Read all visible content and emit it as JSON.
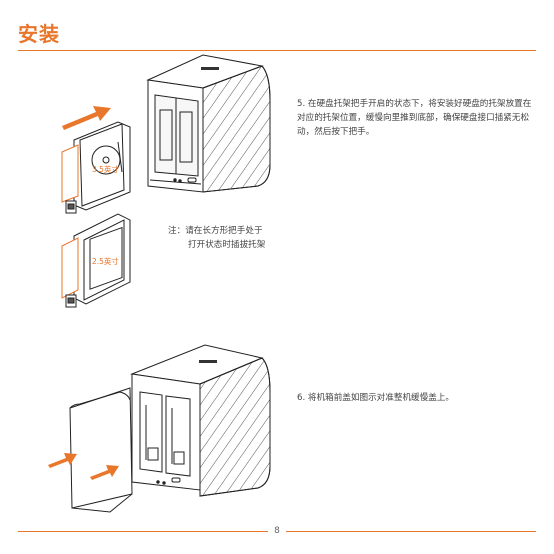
{
  "page": {
    "title": "安装",
    "page_number": "8"
  },
  "steps": {
    "step5": "5. 在硬盘托架把手开启的状态下，将安装好硬盘的托架放置在对应的托架位置，缓慢向里推到底部，确保硬盘接口插紧无松动，然后按下把手。",
    "step6": "6. 将机箱前盖如图示对准整机缓慢盖上。"
  },
  "note": {
    "line1": "注：请在长方形把手处于",
    "line2": "打开状态时插拔托架"
  },
  "labels": {
    "hdd35": "3.5英寸",
    "hdd25": "2.5英寸"
  },
  "colors": {
    "accent": "#e8762b",
    "line": "#222222"
  }
}
